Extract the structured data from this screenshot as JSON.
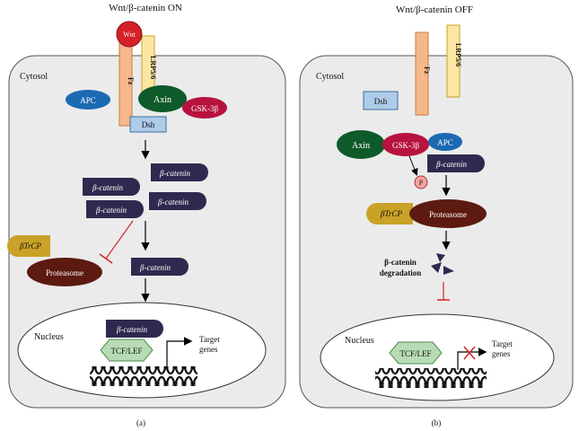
{
  "panel_a": {
    "title": "Wnt/β-catenin ON",
    "cytosol": "Cytosol",
    "wnt": "Wnt",
    "fz": "Fz",
    "lrp": "LRP5/6",
    "apc": "APC",
    "axin": "Axin",
    "gsk": "GSK-3β",
    "dsh": "Dsh",
    "bcat": "β-catenin",
    "btrcp": "βTrCP",
    "proteasome": "Proteasome",
    "nucleus": "Nucleus",
    "tcf": "TCF/LEF",
    "target1": "Target",
    "target2": "genes",
    "caption": "(a)"
  },
  "panel_b": {
    "title": "Wnt/β-catenin OFF",
    "cytosol": "Cytosol",
    "fz": "Fz",
    "lrp": "LRP5/6",
    "dsh": "Dsh",
    "axin": "Axin",
    "gsk": "GSK-3β",
    "apc": "APC",
    "p": "P",
    "bcat": "β-catenin",
    "btrcp": "βTrCP",
    "proteasome": "Proteasome",
    "degradation1": "β-catenin",
    "degradation2": "degradation",
    "nucleus": "Nucleus",
    "tcf": "TCF/LEF",
    "target1": "Target",
    "target2": "genes",
    "caption": "(b)"
  },
  "colors": {
    "cell_fill": "#ebebeb",
    "fz": "#f5b88a",
    "lrp": "#fbe6a2",
    "wnt": "#d42027",
    "apc": "#1b6ab2",
    "axin": "#0f5a2a",
    "gsk": "#b8123e",
    "dsh": "#aecbe8",
    "bcat": "#2e2a4f",
    "btrcp": "#c9a227",
    "proteasome": "#5c1a10",
    "tcf": "#b7dcb5",
    "p": "#f4a4a4",
    "inhibit": "#d42027"
  }
}
